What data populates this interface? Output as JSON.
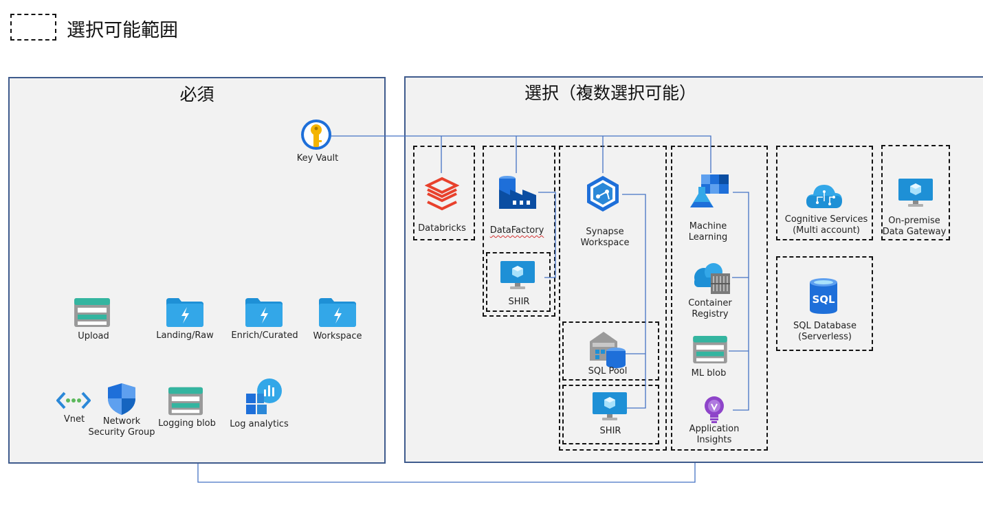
{
  "legend": {
    "label": "選択可能範囲"
  },
  "required": {
    "title": "必須",
    "key_vault": "Key Vault",
    "storage": [
      "Upload",
      "Landing/Raw",
      "Enrich/Curated",
      "Workspace"
    ],
    "network": {
      "vnet": "Vnet",
      "nsg_line1": "Network",
      "nsg_line2": "Security Group",
      "logging_blob": "Logging blob",
      "log_analytics": "Log analytics"
    }
  },
  "optional": {
    "title": "選択（複数選択可能）",
    "databricks": "Databricks",
    "datafactory": "DataFactory",
    "shir_adf": "SHIR",
    "synapse_line1": "Synapse",
    "synapse_line2": "Workspace",
    "sql_pool": "SQL Pool",
    "shir_synapse": "SHIR",
    "ml_line1": "Machine",
    "ml_line2": "Learning",
    "acr_line1": "Container",
    "acr_line2": "Registry",
    "ml_blob": "ML blob",
    "appins_line1": "Application",
    "appins_line2": "Insights",
    "cog_line1": "Cognitive Services",
    "cog_line2": "(Multi account)",
    "gw_line1": "On-premise",
    "gw_line2": "Data Gateway",
    "sqldb_line1": "SQL Database",
    "sqldb_line2": "(Serverless)"
  },
  "colors": {
    "panel_border": "#3e5a8c",
    "line": "#4472c4",
    "panel_bg": "#f2f2f2"
  }
}
